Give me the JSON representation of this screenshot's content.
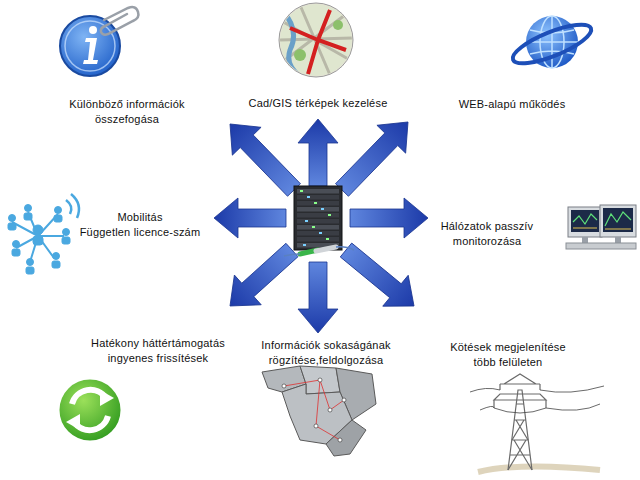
{
  "diagram": {
    "labels": [
      "Különböző információk összefogása",
      "Cad/GIS térképek kezelése",
      "WEB-alapú működés",
      "Mobilitás",
      "Független licence-szám",
      "Hálózatok passzív monitorozása",
      "Hatékony háttértámogatás ingyenes frissítések",
      "Információk sokaságának rögzítése,feldolgozása",
      "Kötések megjelenítése több felületen"
    ]
  }
}
